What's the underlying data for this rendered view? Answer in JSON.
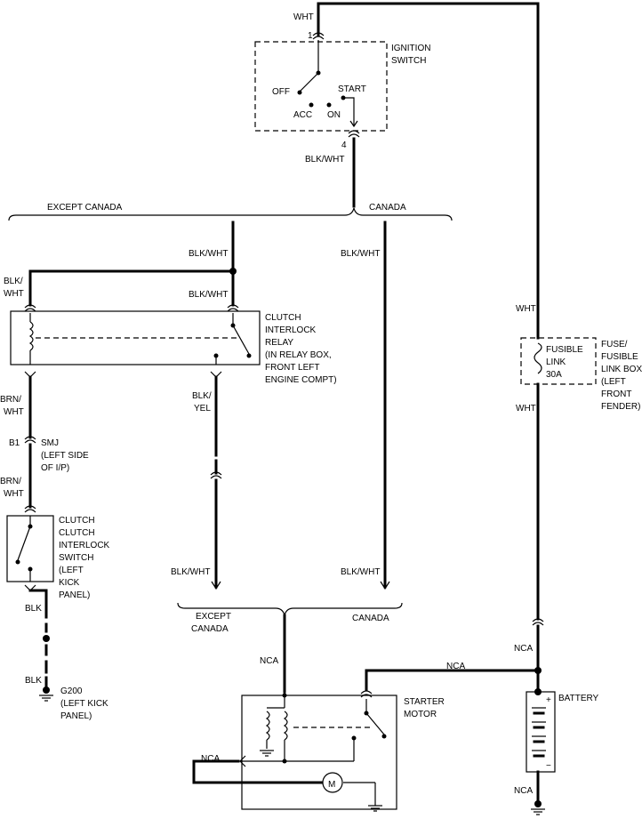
{
  "wires": {
    "wht_top": "WHT",
    "ign_pin_in": "1",
    "ign_pin_out": "4",
    "blk_wht_ign": "BLK/WHT",
    "except_canada": "EXCEPT CANADA",
    "canada": "CANADA",
    "blk_wht_center": "BLK/WHT",
    "blk_wht_canada": "BLK/WHT",
    "blk_left_1": "BLK/",
    "wht_left_1": "WHT",
    "blk_wht_relay_in": "BLK/WHT",
    "brn_1": "BRN/",
    "wht_brn_1": "WHT",
    "b1": "B1",
    "brn_2": "BRN/",
    "wht_brn_2": "WHT",
    "blk_yel_1": "BLK/",
    "blk_yel_2": "YEL",
    "blk_wht_low_left": "BLK/WHT",
    "blk_wht_low_right": "BLK/WHT",
    "except_canada_low_1": "EXCEPT",
    "except_canada_low_2": "CANADA",
    "canada_low": "CANADA",
    "blk_switch": "BLK",
    "blk_ground": "BLK",
    "nca_starter": "NCA",
    "nca_batt_link": "NCA",
    "nca_batt_side": "NCA",
    "nca_starter_side": "NCA",
    "nca_batt_ground": "NCA",
    "wht_fuse_top": "WHT",
    "wht_fuse_bottom": "WHT"
  },
  "components": {
    "ignition_switch": {
      "line1": "IGNITION",
      "line2": "SWITCH",
      "off": "OFF",
      "acc": "ACC",
      "on": "ON",
      "start": "START"
    },
    "clutch_relay": {
      "lines": [
        "CLUTCH",
        "INTERLOCK",
        "RELAY",
        "(IN RELAY BOX,",
        "FRONT LEFT",
        "ENGINE COMPT)"
      ]
    },
    "smj": {
      "lines": [
        "SMJ",
        "(LEFT SIDE",
        "OF I/P)"
      ]
    },
    "clutch_switch": {
      "lines": [
        "CLUTCH",
        "CLUTCH",
        "INTERLOCK",
        "SWITCH",
        "(LEFT",
        "KICK",
        "PANEL)"
      ]
    },
    "ground_g200": {
      "lines": [
        "G200",
        "(LEFT KICK",
        "PANEL)"
      ]
    },
    "fusible_link": {
      "line1": "FUSIBLE",
      "line2": "LINK",
      "line3": "30A"
    },
    "fuse_box": {
      "lines": [
        "FUSE/",
        "FUSIBLE",
        "LINK BOX",
        "(LEFT",
        "FRONT",
        "FENDER)"
      ]
    },
    "battery": {
      "label": "BATTERY",
      "plus": "+",
      "minus": "−"
    },
    "starter": {
      "line1": "STARTER",
      "line2": "MOTOR",
      "motor_symbol": "M"
    }
  }
}
